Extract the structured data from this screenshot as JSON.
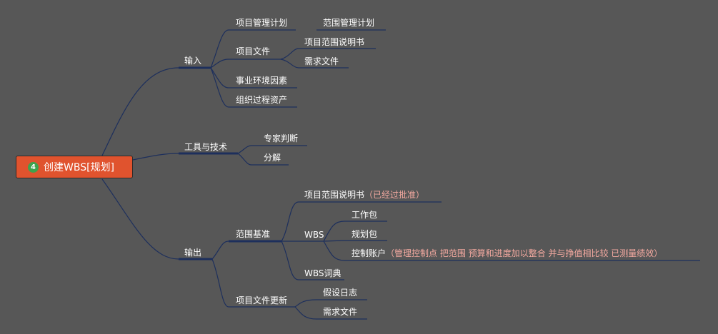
{
  "root": {
    "badge": "4",
    "label": "创建WBS[规划]"
  },
  "branches": {
    "inputs": {
      "label": "输入",
      "items": {
        "plan": {
          "label": "项目管理计划",
          "child": "范围管理计划"
        },
        "docs": {
          "label": "项目文件",
          "children": [
            "项目范围说明书",
            "需求文件"
          ]
        },
        "eef": {
          "label": "事业环境因素"
        },
        "opa": {
          "label": "组织过程资产"
        }
      }
    },
    "tools": {
      "label": "工具与技术",
      "items": [
        "专家判断",
        "分解"
      ]
    },
    "outputs": {
      "label": "输出",
      "baseline": {
        "label": "范围基准",
        "scope_statement": {
          "label": "项目范围说明书",
          "note": "（已经过批准）"
        },
        "wbs": {
          "label": "WBS",
          "work_package": "工作包",
          "planning_package": "规划包",
          "control_account": {
            "label": "控制账户",
            "note": "（管理控制点 把范围 预算和进度加以整合 并与挣值相比较 已测量绩效）"
          }
        },
        "dictionary": "WBS词典"
      },
      "doc_updates": {
        "label": "项目文件更新",
        "children": [
          "假设日志",
          "需求文件"
        ]
      }
    }
  },
  "colors": {
    "background": "#575757",
    "root_fill": "#e0532e",
    "line": "#1d2f5c",
    "note": "#f4a9a0",
    "badge": "#3fa34d"
  }
}
